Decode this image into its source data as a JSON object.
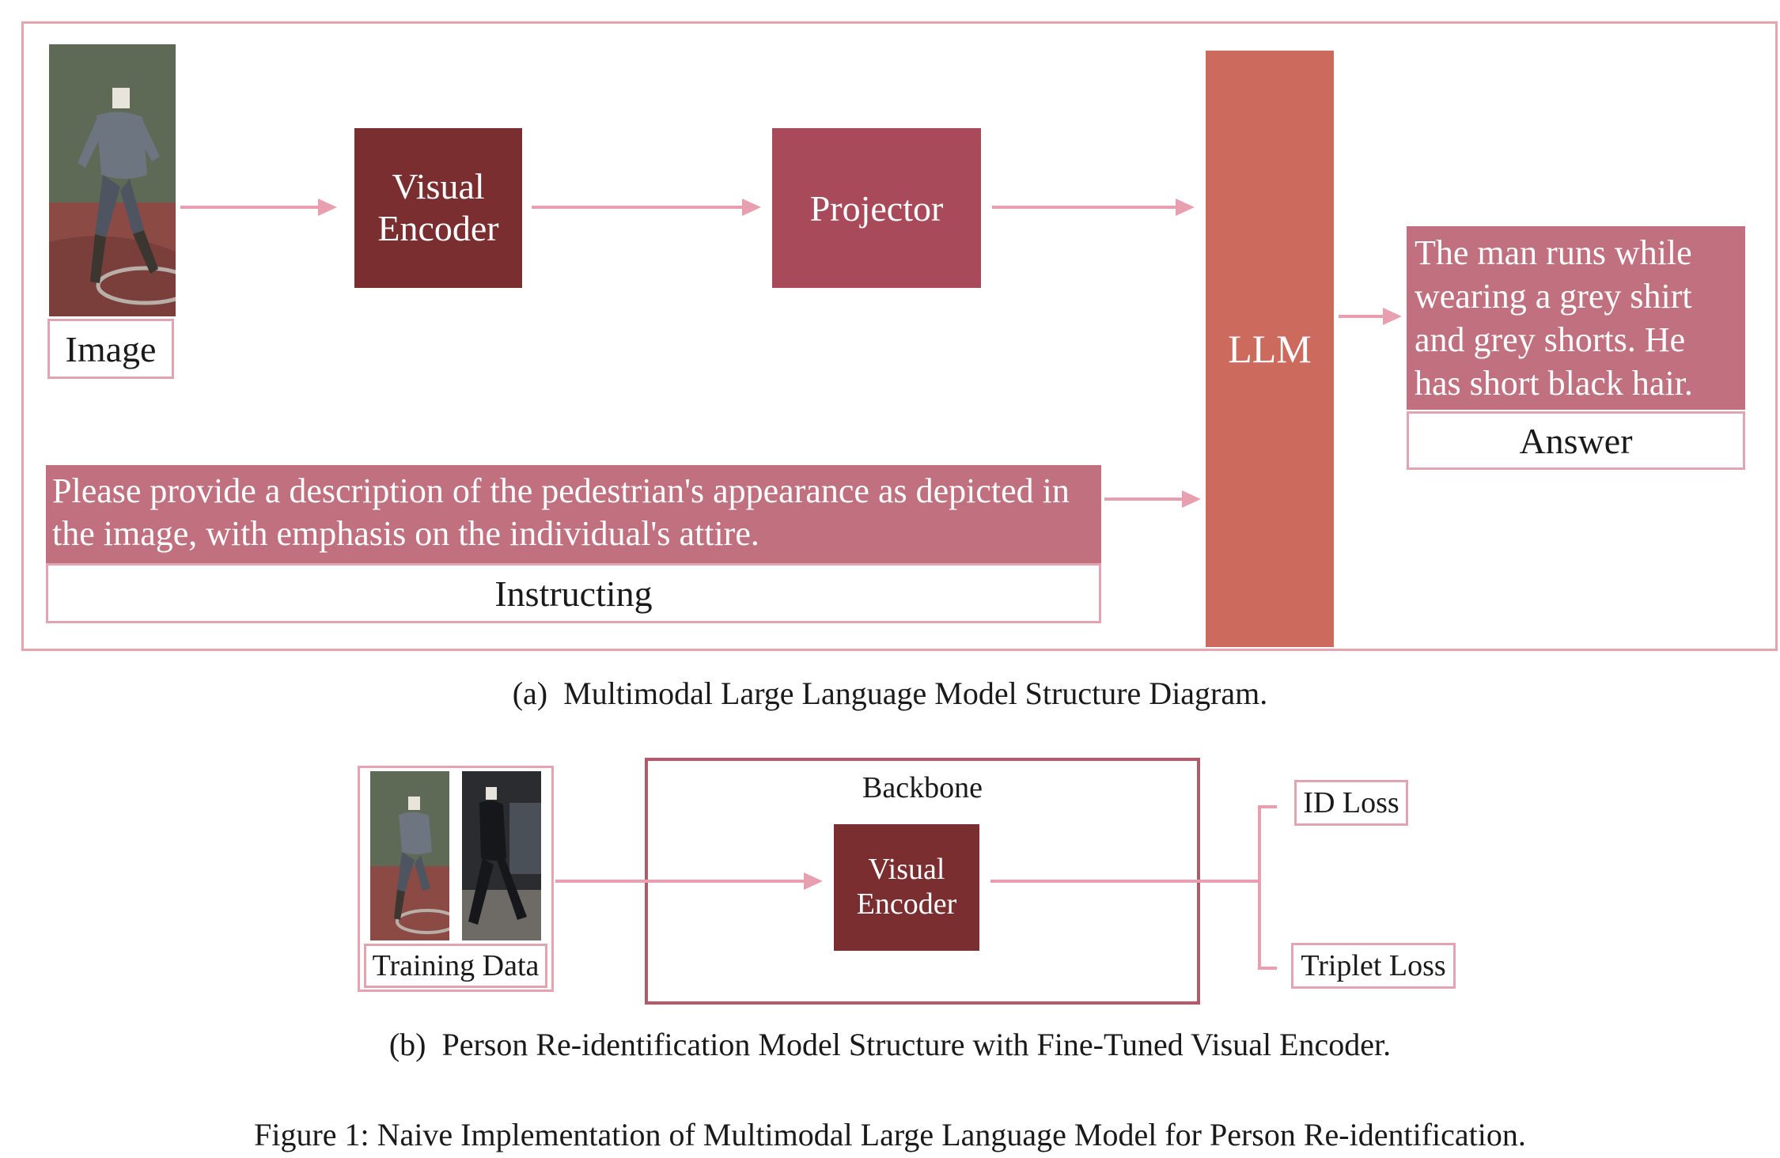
{
  "panel_a": {
    "image_label": "Image",
    "visual_encoder": "Visual\nEncoder",
    "projector": "Projector",
    "llm": "LLM",
    "answer_text": "The man runs while wearing a grey shirt and grey shorts. He has short black hair.",
    "answer_label": "Answer",
    "instruction_text": "Please provide a description of the pedestrian's appearance as depicted in the image, with emphasis on the individual's attire.",
    "instruction_label": "Instructing",
    "caption": "(a) Multimodal Large Language Model Structure Diagram."
  },
  "panel_b": {
    "training_label": "Training Data",
    "backbone_label": "Backbone",
    "visual_encoder": "Visual\nEncoder",
    "id_loss": "ID Loss",
    "triplet_loss": "Triplet Loss",
    "caption": "(b) Person Re-identification Model Structure with Fine-Tuned Visual Encoder."
  },
  "figure_caption": "Figure 1: Naive Implementation of Multimodal Large Language Model for Person Re-identification.",
  "colors": {
    "frame": "#e9a3b0",
    "arrow": "#e8a0b0",
    "visual_encoder": "#7b2e2f",
    "projector": "#a84a5a",
    "llm": "#cc6a5e",
    "text_panel": "#c0707e",
    "backbone_border": "#b05a6a"
  }
}
